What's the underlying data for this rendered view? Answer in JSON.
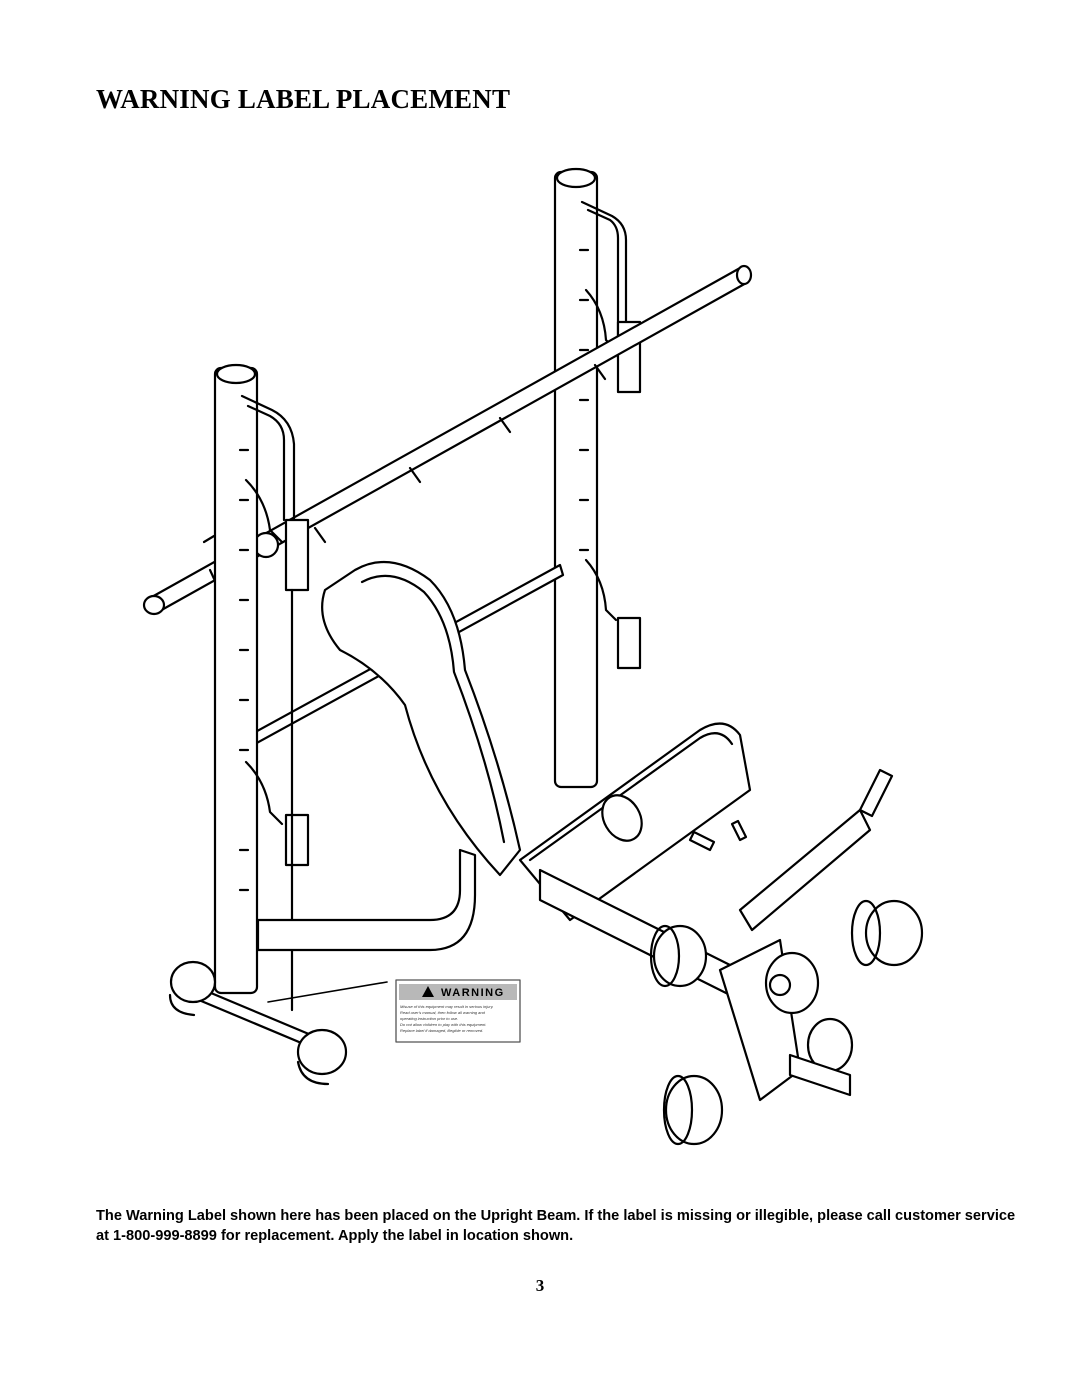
{
  "page": {
    "title": "WARNING LABEL PLACEMENT",
    "caption": "The Warning Label shown here has been placed on the Upright Beam. If the label is missing or illegible, please call customer service at 1-800-999-8899 for replacement. Apply the label in location shown.",
    "page_number": "3"
  },
  "warning_label": {
    "heading": "WARNING",
    "lines": [
      "Misuse of this equipment may result in serious injury.",
      "Read user's manual, then follow all warning and",
      "operating instruction prior to use.",
      "Do not allow children to play with this equipment.",
      "Replace label if damaged, illegible or removed."
    ],
    "icon": "warning-triangle-icon"
  },
  "colors": {
    "ink": "#000000",
    "label_band": "#b8b8b8",
    "label_border": "#555555"
  }
}
